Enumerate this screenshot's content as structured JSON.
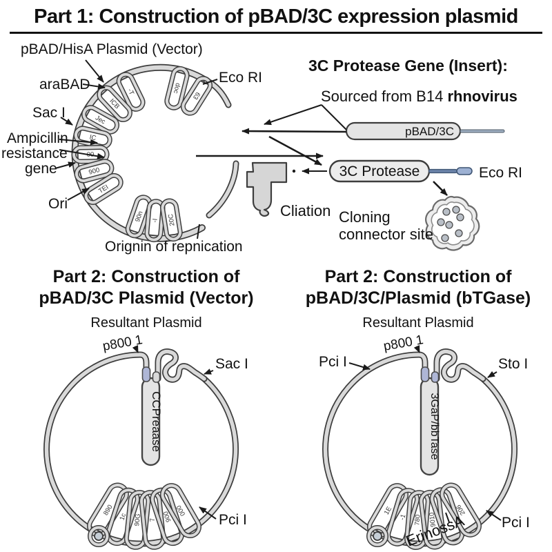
{
  "colors": {
    "tube_fill": "#d9d9d9",
    "tube_outline": "#3d3d3d",
    "connector_blue": "#aeb6d6",
    "rod_blue": "#6b83a9",
    "rod_tip_blue": "#9db1d3",
    "text": "#111111"
  },
  "part1": {
    "title": "Part 1: Construction of pBAD/3C expression plasmid",
    "vector_label": "pBAD/HisA Plasmid (Vector)",
    "labels": {
      "arabad": "araBAD",
      "sac1": "Sac I",
      "amp1": "Ampicillin",
      "amp2": "resistance",
      "amp3": "gene",
      "ori": "Ori",
      "origin": "Orignin of repnication",
      "ecori": "Eco RI"
    },
    "petals": [
      "doc",
      "63",
      "-T",
      "ICB",
      "Jec",
      "IC",
      "00",
      "900",
      "TEI",
      "90n",
      "-I",
      "20C"
    ]
  },
  "insert": {
    "heading": "3C Protease Gene (Insert):",
    "source_prefix": "Sourced from B14 ",
    "source_emphasis": "rhnovirus",
    "gene_capsule": "pBAD/3C",
    "protease_capsule": "3C Protease",
    "ecori": "Eco RI",
    "ligation": "Cliation",
    "cloning_line1": "Cloning",
    "cloning_line2": "connector site"
  },
  "part2_left": {
    "heading_line1": "Part 2: Construction of",
    "heading_line2": "pBAD/3C Plasmid (Vector)",
    "subtitle": "Resultant Plasmid",
    "promoter": "p800 1",
    "top_site": "Sac I",
    "insert_label": "CCPreaase",
    "bottom_site": "Pci I",
    "petals": [
      "890",
      "1c",
      "90G",
      "7",
      "900",
      "000"
    ]
  },
  "part2_right": {
    "heading_line1": "Part 2: Construction of",
    "heading_line2": "pBAD/3C/Plasmid (bTGase)",
    "subtitle": "Resultant Plasmid",
    "left_site": "Pci I",
    "promoter": "p800 1",
    "right_site": "Sto I",
    "insert_label": "3GaP/bbTase",
    "gene_label": "ErinossA",
    "bottom_site": "Pci I",
    "petals": [
      "1E",
      "-1",
      "780",
      "9010",
      "",
      "206"
    ]
  }
}
